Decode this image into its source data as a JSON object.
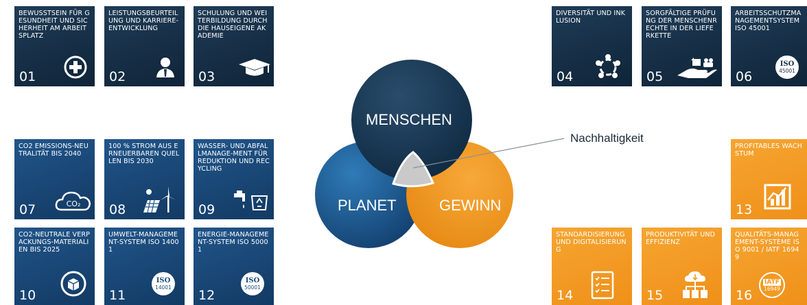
{
  "tiles": {
    "t01": {
      "title": "BEWUSSTSEIN FÜR GESUNDHEIT UND SICHERHEIT AM ARBEITSPLATZ",
      "number": "01",
      "icon": "health-plus-icon"
    },
    "t02": {
      "title": "LEISTUNGSBEURTEILUNG UND KARRIERE-ENTWICKLUNG",
      "number": "02",
      "icon": "employee-icon"
    },
    "t03": {
      "title": "SCHULUNG UND WEITERBILDUNG DURCH DIE HAUSEIGENE AKADEMIE",
      "number": "03",
      "icon": "graduation-cap-icon"
    },
    "t04": {
      "title": "DIVERSITÄT UND INKLUSION",
      "number": "04",
      "icon": "people-circle-icon"
    },
    "t05": {
      "title": "SORGFÄLTIGE PRÜFUNG DER MENSCHENRECHTE IN DER LIEFERKETTE",
      "number": "05",
      "icon": "supply-chain-hand-icon"
    },
    "t06": {
      "title": "ARBEITSSCHUTZMANAGEMENTSYSTEM ISO 45001",
      "number": "06",
      "icon": "iso-badge-icon",
      "badge_a": "ISO",
      "badge_b": "45001"
    },
    "t07": {
      "title": "CO2 EMISSIONS-NEUTRALITÄT BIS 2040",
      "number": "07",
      "icon": "co2-cloud-icon",
      "badge": "CO₂"
    },
    "t08": {
      "title": "100 % STROM AUS ERNEUERBAREN QUELLEN BIS 2030",
      "number": "08",
      "icon": "solar-wind-icon"
    },
    "t09": {
      "title": "WASSER- UND ABFALLMANAGE-MENT FÜR REDUKTION UND RECYCLING",
      "number": "09",
      "icon": "water-recycling-icon"
    },
    "t10": {
      "title": "CO2-NEUTRALE VERPACKUNGS-MATERIALIEN BIS 2025",
      "number": "10",
      "icon": "recycle-box-icon"
    },
    "t11": {
      "title": "UMWELT-MANAGEMENT-SYSTEM ISO 14001",
      "number": "11",
      "icon": "iso-badge-icon",
      "badge_a": "ISO",
      "badge_b": "14001"
    },
    "t12": {
      "title": "ENERGIE-MANAGEMENT-SYSTEM ISO 50001",
      "number": "12",
      "icon": "iso-badge-icon",
      "badge_a": "ISO",
      "badge_b": "50001"
    },
    "t13": {
      "title": "PROFITABLES WACHSTUM",
      "number": "13",
      "icon": "growth-chart-icon"
    },
    "t14": {
      "title": "STANDARDISIERUNG UND DIGITALISIERUNG",
      "number": "14",
      "icon": "checklist-icon"
    },
    "t15": {
      "title": "PRODUKTIVITÄT UND EFFIZIENZ",
      "number": "15",
      "icon": "cloud-network-icon"
    },
    "t16": {
      "title": "QUALITÄTS-MANAGEMENT-SYSTEME ISO 9001 / IATF 16949",
      "number": "16",
      "icon": "iatf-badge-icon",
      "badge_a": "IATF",
      "badge_b": "16949"
    }
  },
  "venn": {
    "menschen": "MENSCHEN",
    "planet": "PLANET",
    "gewinn": "GEWINN",
    "center": "Nachhaltigkeit"
  },
  "colors": {
    "navy": "#14304a",
    "blue": "#1b4d80",
    "orange": "#f39a22",
    "overlap": "#c9c9c9"
  }
}
